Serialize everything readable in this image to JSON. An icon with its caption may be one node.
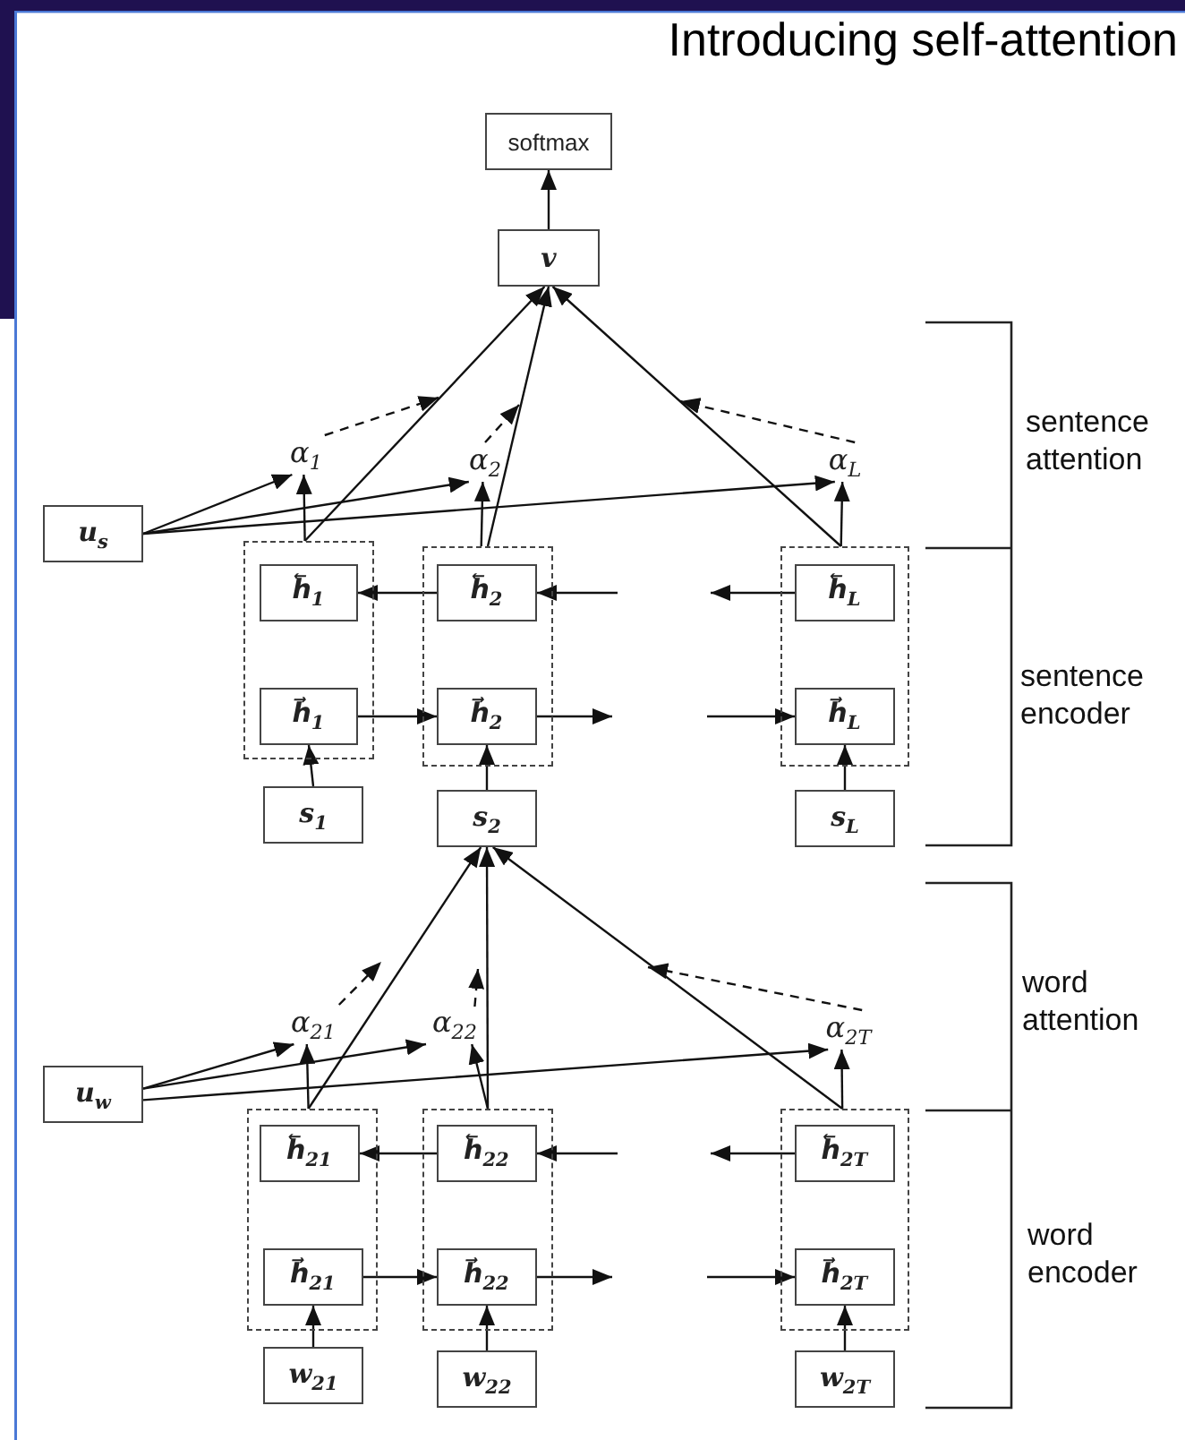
{
  "diagram": {
    "title": "Introducing self-attention",
    "nodes": [
      {
        "text": [
          "softmax"
        ]
      },
      {
        "text": [
          "v"
        ]
      },
      {
        "text": [
          "α$_{1}$"
        ]
      },
      {
        "text": [
          "α$_{2}$"
        ]
      },
      {
        "text": [
          "α$_{L}$"
        ]
      },
      {
        "text": [
          "u$_{s}$"
        ]
      },
      {
        "text": [],
        "shape": "box"
      },
      {
        "text": [
          "h⃖$_{1}$"
        ],
        "in": 6
      },
      {
        "text": [
          "h⃗$_{1}$"
        ],
        "in": 6
      },
      {
        "text": [],
        "shape": "box"
      },
      {
        "text": [
          "h⃖$_{2}$"
        ],
        "in": 9
      },
      {
        "text": [
          "h⃗$_{2}$"
        ],
        "in": 9
      },
      {
        "text": [],
        "shape": "box"
      },
      {
        "text": [
          "h⃖$_{L}$"
        ],
        "in": 12
      },
      {
        "text": [
          "h⃗$_{L}$"
        ],
        "in": 12
      },
      {
        "text": [
          "s$_{1}$"
        ]
      },
      {
        "text": [
          "s$_{2}$"
        ]
      },
      {
        "text": [
          "s$_{L}$"
        ]
      },
      {
        "text": [
          "α$_{21}$"
        ]
      },
      {
        "text": [
          "α$_{22}$"
        ]
      },
      {
        "text": [
          "α$_{2T}$"
        ]
      },
      {
        "text": [
          "u$_{w}$"
        ]
      },
      {
        "text": [],
        "shape": "box"
      },
      {
        "text": [
          "h⃖$_{21}$"
        ],
        "in": 22
      },
      {
        "text": [
          "h⃗$_{21}$"
        ],
        "in": 22
      },
      {
        "text": [],
        "shape": "box"
      },
      {
        "text": [
          "h⃖$_{22}$"
        ],
        "in": 25
      },
      {
        "text": [
          "h⃗$_{22}$"
        ],
        "in": 25
      },
      {
        "text": [],
        "shape": "box"
      },
      {
        "text": [
          "h⃖$_{2T}$"
        ],
        "in": 28
      },
      {
        "text": [
          "h⃗$_{2T}$"
        ],
        "in": 28
      },
      {
        "text": [
          "w$_{21}$"
        ]
      },
      {
        "text": [
          "w$_{22}$"
        ]
      },
      {
        "text": [
          "w$_{2T}$"
        ]
      }
    ],
    "edges": [
      {
        "from": 1,
        "to": 0,
        "arrow": "to"
      },
      {
        "from": 6,
        "to": 1,
        "arrow": "to"
      },
      {
        "from": 9,
        "to": 1,
        "arrow": "to"
      },
      {
        "from": 12,
        "to": 1,
        "arrow": "to"
      },
      {
        "from": 6,
        "to": 2,
        "arrow": "to"
      },
      {
        "from": 9,
        "to": 3,
        "arrow": "to"
      },
      {
        "from": 12,
        "to": 4,
        "arrow": "to"
      },
      {
        "from": 5,
        "to": 2,
        "arrow": "to"
      },
      {
        "from": 5,
        "to": 3,
        "arrow": "to"
      },
      {
        "from": 5,
        "to": 4,
        "arrow": "to"
      },
      {
        "from": 2,
        "to": null,
        "arrow": "to",
        "style": "dashed"
      },
      {
        "from": 3,
        "to": null,
        "arrow": "to",
        "style": "dashed"
      },
      {
        "from": 4,
        "to": null,
        "arrow": "to",
        "style": "dashed"
      },
      {
        "from": 10,
        "to": 7,
        "arrow": "to"
      },
      {
        "from": null,
        "to": 10,
        "arrow": "to"
      },
      {
        "from": 13,
        "to": null,
        "arrow": "to"
      },
      {
        "from": 8,
        "to": 11,
        "arrow": "to"
      },
      {
        "from": 11,
        "to": null,
        "arrow": "to"
      },
      {
        "from": null,
        "to": 14,
        "arrow": "to"
      },
      {
        "from": 15,
        "to": 8,
        "arrow": "to"
      },
      {
        "from": 16,
        "to": 11,
        "arrow": "to"
      },
      {
        "from": 17,
        "to": 14,
        "arrow": "to"
      },
      {
        "from": 22,
        "to": 16,
        "arrow": "to"
      },
      {
        "from": 25,
        "to": 16,
        "arrow": "to"
      },
      {
        "from": 28,
        "to": 16,
        "arrow": "to"
      },
      {
        "from": 22,
        "to": 18,
        "arrow": "to"
      },
      {
        "from": 25,
        "to": 19,
        "arrow": "to"
      },
      {
        "from": 28,
        "to": 20,
        "arrow": "to"
      },
      {
        "from": 21,
        "to": 18,
        "arrow": "to"
      },
      {
        "from": 21,
        "to": 19,
        "arrow": "to"
      },
      {
        "from": 21,
        "to": 20,
        "arrow": "to"
      },
      {
        "from": 18,
        "to": null,
        "arrow": "to",
        "style": "dashed"
      },
      {
        "from": 19,
        "to": null,
        "arrow": "to",
        "style": "dashed"
      },
      {
        "from": 20,
        "to": null,
        "arrow": "to",
        "style": "dashed"
      },
      {
        "from": 26,
        "to": 23,
        "arrow": "to"
      },
      {
        "from": null,
        "to": 26,
        "arrow": "to"
      },
      {
        "from": 29,
        "to": null,
        "arrow": "to"
      },
      {
        "from": 24,
        "to": 27,
        "arrow": "to"
      },
      {
        "from": 27,
        "to": null,
        "arrow": "to"
      },
      {
        "from": null,
        "to": 30,
        "arrow": "to"
      },
      {
        "from": 31,
        "to": 24,
        "arrow": "to"
      },
      {
        "from": 32,
        "to": 27,
        "arrow": "to"
      },
      {
        "from": 33,
        "to": 30,
        "arrow": "to"
      }
    ],
    "labels": [
      "sentence attention",
      "sentence encoder",
      "word attention",
      "word encoder"
    ]
  }
}
